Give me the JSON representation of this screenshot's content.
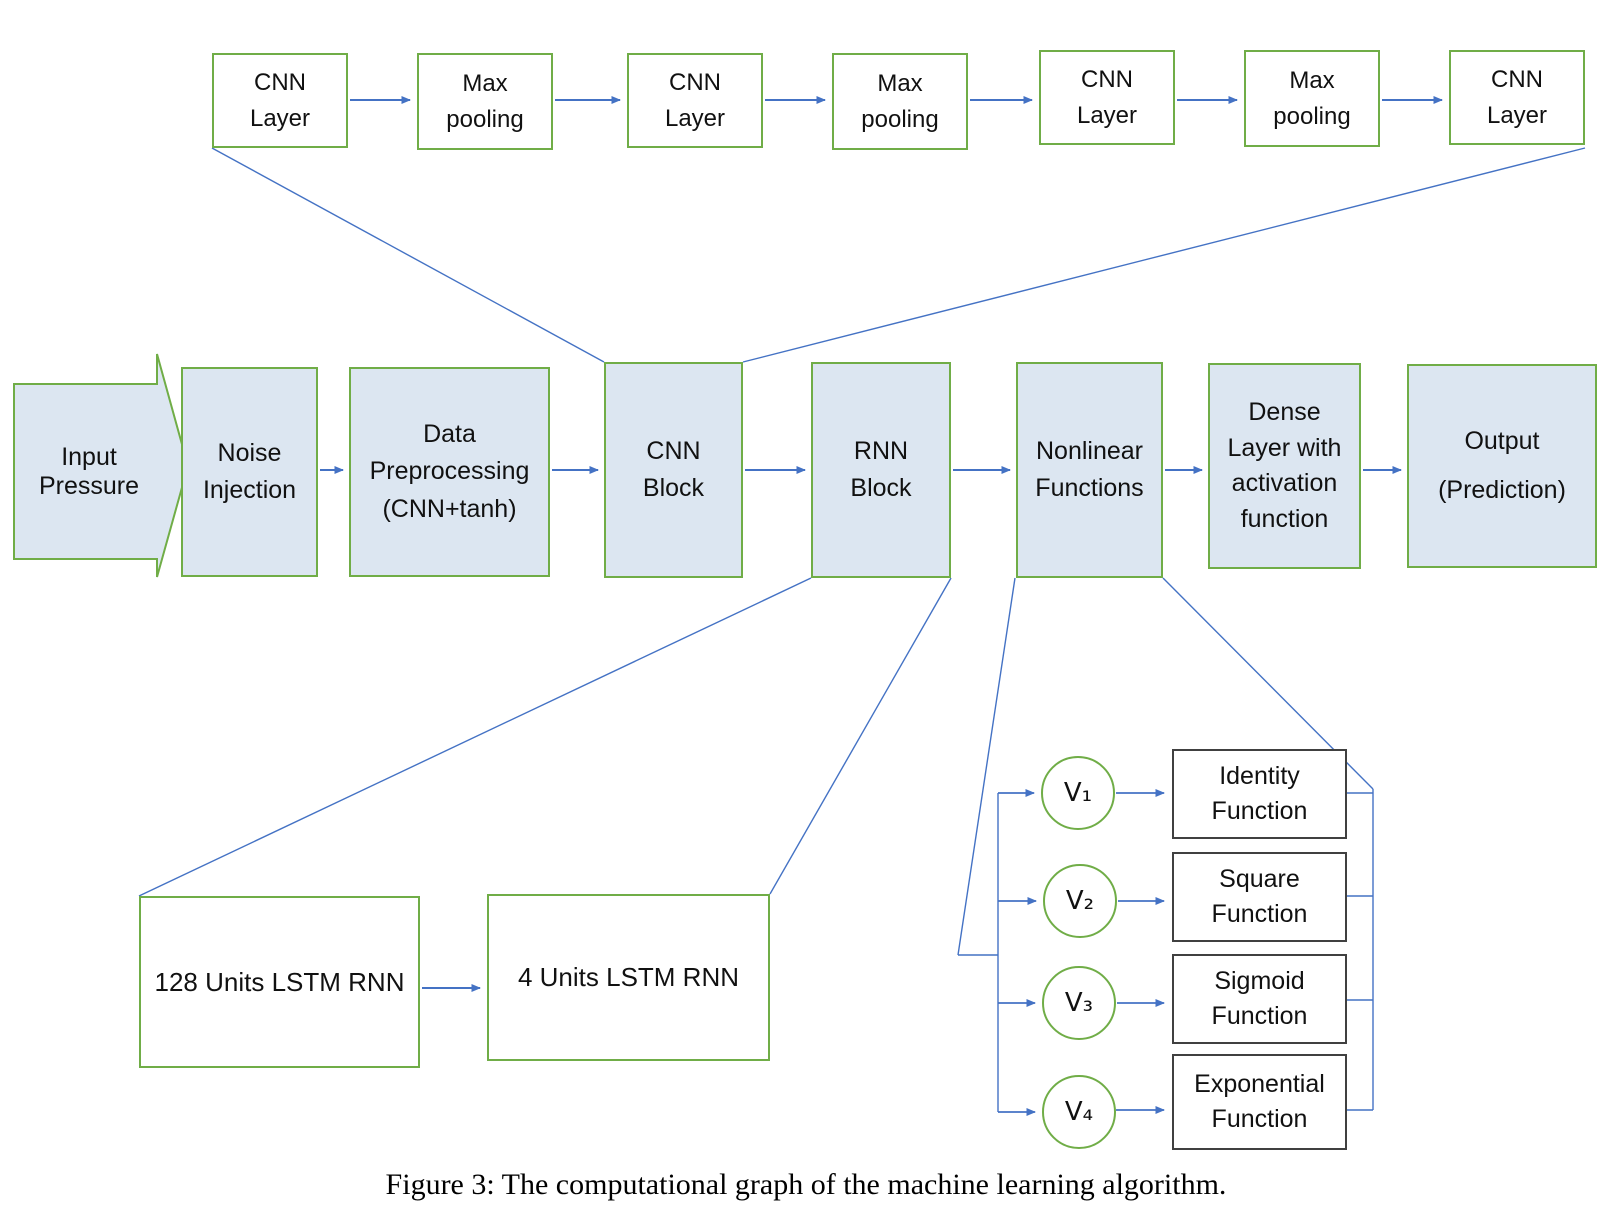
{
  "diagram": {
    "top_row": {
      "boxes": [
        {
          "label": "CNN\nLayer"
        },
        {
          "label": "Max\npooling"
        },
        {
          "label": "CNN\nLayer"
        },
        {
          "label": "Max\npooling"
        },
        {
          "label": "CNN\nLayer"
        },
        {
          "label": "Max\npooling"
        },
        {
          "label": "CNN\nLayer"
        }
      ]
    },
    "main_row": {
      "input_arrow": {
        "label": "Input\nPressure"
      },
      "boxes": [
        {
          "label": "Noise\nInjection"
        },
        {
          "label": "Data\nPreprocessing\n(CNN+tanh)"
        },
        {
          "label": "CNN\nBlock"
        },
        {
          "label": "RNN\nBlock"
        },
        {
          "label": "Nonlinear\nFunctions"
        },
        {
          "label": "Dense\nLayer with\nactivation\nfunction"
        },
        {
          "label": "Output\n(Prediction)"
        }
      ]
    },
    "lstm_row": {
      "boxes": [
        {
          "label": "128 Units LSTM RNN"
        },
        {
          "label": "4 Units LSTM RNN"
        }
      ]
    },
    "nonlinear_group": {
      "nodes": [
        {
          "label": "V₁"
        },
        {
          "label": "V₂"
        },
        {
          "label": "V₃"
        },
        {
          "label": "V₄"
        }
      ],
      "functions": [
        {
          "label": "Identity\nFunction"
        },
        {
          "label": "Square\nFunction"
        },
        {
          "label": "Sigmoid\nFunction"
        },
        {
          "label": "Exponential\nFunction"
        }
      ]
    },
    "caption": "Figure 3: The computational graph of the machine learning algorithm."
  },
  "colors": {
    "box_border_green": "#70ad47",
    "box_fill_blue": "#dce6f1",
    "connector_blue": "#4472c4",
    "function_box_border": "#404040"
  }
}
